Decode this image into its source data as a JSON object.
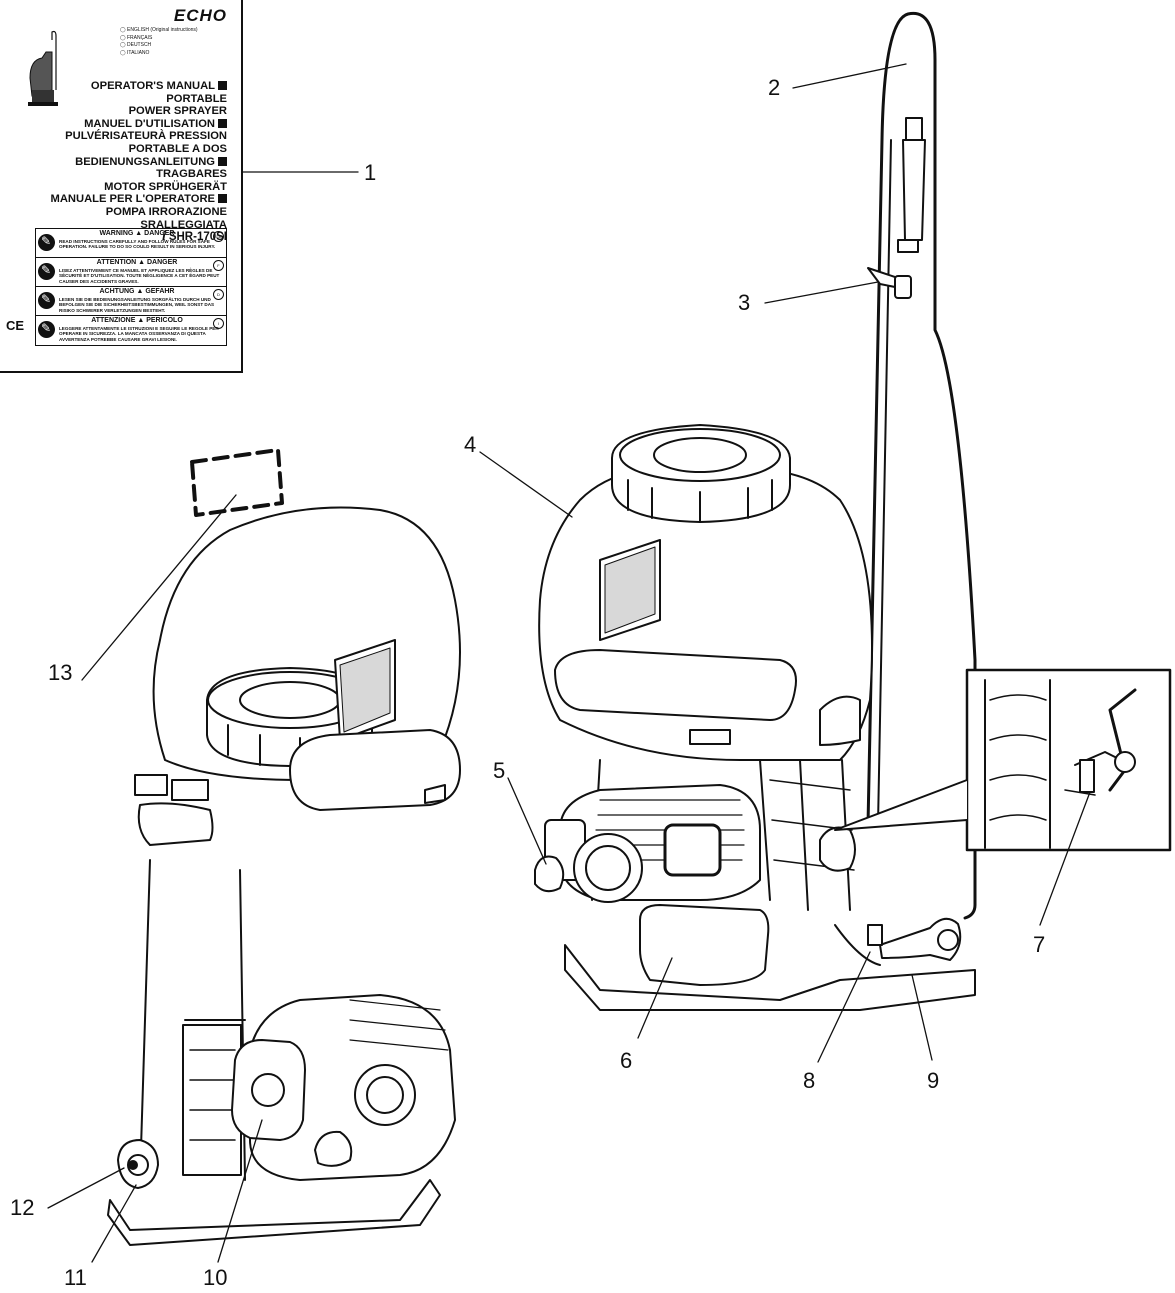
{
  "manual": {
    "brand": "ECHO",
    "languages": [
      "ENGLISH (Original instructions)",
      "FRANÇAIS",
      "DEUTSCH",
      "ITALIANO"
    ],
    "titles": [
      {
        "text": "OPERATOR'S MANUAL",
        "mark": true
      },
      {
        "text": "PORTABLE",
        "mark": false
      },
      {
        "text": "POWER SPRAYER",
        "mark": false
      },
      {
        "text": "MANUEL D'UTILISATION",
        "mark": true
      },
      {
        "text": "PULVÉRISATEURÀ PRESSION",
        "mark": false
      },
      {
        "text": "PORTABLE A DOS",
        "mark": false
      },
      {
        "text": "BEDIENUNGSANLEITUNG",
        "mark": true
      },
      {
        "text": "TRAGBARES",
        "mark": false
      },
      {
        "text": "MOTOR SPRÜHGERÄT",
        "mark": false
      },
      {
        "text": "MANUALE PER L'OPERATORE",
        "mark": true
      },
      {
        "text": "POMPA IRRORAZIONE",
        "mark": false
      },
      {
        "text": "SRALLEGGIATA",
        "mark": false
      }
    ],
    "model_prefix": "i",
    "model": "SHR-170SI",
    "warnings": [
      {
        "header": "WARNING  ▲  DANGER",
        "code": "GB",
        "text": "READ INSTRUCTIONS CAREFULLY AND FOLLOW RULES FOR SAFE OPERATION. FAILURE TO DO SO COULD RESULT IN SERIOUS INJURY."
      },
      {
        "header": "ATTENTION  ▲  DANGER",
        "code": "F",
        "text": "LISEZ ATTENTIVEMENT CE MANUEL ET APPLIQUEZ LES RÈGLES DE SÉCURITÉ ET D'UTILISATION. TOUTE NÉGLIGENCE A CET ÉGARD PEUT CAUSER DES ACCIDENTS GRAVES."
      },
      {
        "header": "ACHTUNG  ▲  GEFAHR",
        "code": "D",
        "text": "LESEN SIE DIE BEDIENUNGSANLEITUNG SORGFÄLTIG DURCH UND BEFOLGEN SIE DIE SICHERHEITSBESTIMMUNGEN, WEIL SONST DAS RISIKO SCHWERER VERLETZUNGEN BESTEHT."
      },
      {
        "header": "ATTENZIONE  ▲  PERICOLO",
        "code": "I",
        "text": "LEGGERE ATTENTAMENTE LE ISTRUZIONI E SEGUIRE LE REGOLE PER OPERARE IN SICUREZZA. LA MANCATA OSSERVANZA DI QUESTA AVVERTENZA POTREBBE CAUSARE GRAVI LESIONI."
      }
    ],
    "ce_mark": "CE"
  },
  "callouts": [
    "1",
    "2",
    "3",
    "4",
    "5",
    "6",
    "7",
    "8",
    "9",
    "10",
    "11",
    "12",
    "13"
  ],
  "colors": {
    "line": "#111111",
    "fill": "#ffffff",
    "shade": "#d8d8d8"
  }
}
